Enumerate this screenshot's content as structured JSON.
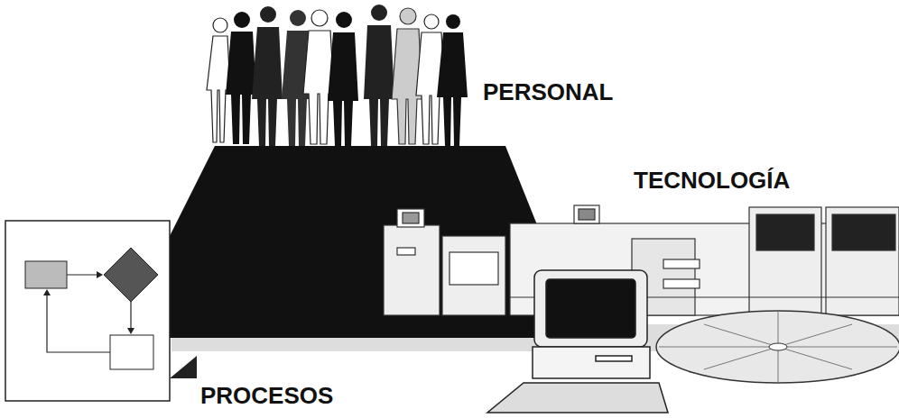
{
  "diagram": {
    "labels": [
      "PERSONAL",
      "TECNOLOGÍA",
      "PROCESOS"
    ]
  }
}
